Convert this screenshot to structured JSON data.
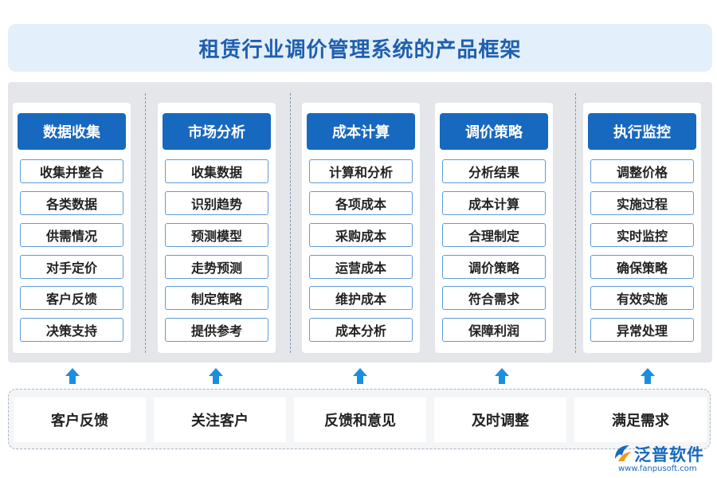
{
  "title": "租赁行业调价管理系统的产品框架",
  "columns": [
    {
      "header": "数据收集",
      "items": [
        "收集并整合",
        "各类数据",
        "供需情况",
        "对手定价",
        "客户反馈",
        "决策支持"
      ]
    },
    {
      "header": "市场分析",
      "items": [
        "收集数据",
        "识别趋势",
        "预测模型",
        "走势预测",
        "制定策略",
        "提供参考"
      ]
    },
    {
      "header": "成本计算",
      "items": [
        "计算和分析",
        "各项成本",
        "采购成本",
        "运营成本",
        "维护成本",
        "成本分析"
      ]
    },
    {
      "header": "调价策略",
      "items": [
        "分析结果",
        "成本计算",
        "合理制定",
        "调价策略",
        "符合需求",
        "保障利润"
      ]
    },
    {
      "header": "执行监控",
      "items": [
        "调整价格",
        "实施过程",
        "实时监控",
        "确保策略",
        "有效实施",
        "异常处理"
      ]
    }
  ],
  "bottom": [
    "客户反馈",
    "关注客户",
    "反馈和意见",
    "及时调整",
    "满足需求"
  ],
  "logo": {
    "name": "泛普软件",
    "url": "www.fanpusoft.com"
  },
  "colors": {
    "primary": "#1769bf",
    "arrow": "#1a8fe0",
    "title": "#1f5fae"
  }
}
